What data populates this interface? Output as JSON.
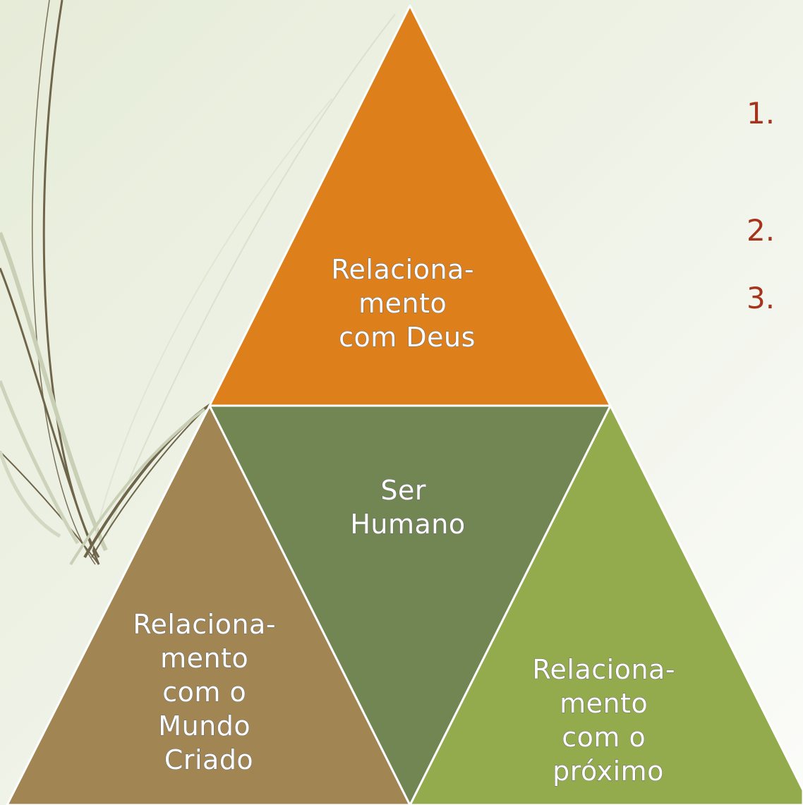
{
  "diagram": {
    "top": {
      "lines": [
        "Relaciona-",
        "mento",
        "com Deus"
      ],
      "color": "#dd7f1b"
    },
    "center": {
      "lines": [
        "Ser",
        "Humano"
      ],
      "color": "#728653"
    },
    "left": {
      "lines": [
        "Relaciona-",
        "mento",
        "com o",
        "Mundo",
        "Criado"
      ],
      "color": "#a18552"
    },
    "right": {
      "lines": [
        "Relaciona-",
        "mento",
        "com o",
        "próximo"
      ],
      "color": "#93ab4c"
    }
  },
  "numbered_list": [
    "1.",
    "2.",
    "3."
  ],
  "colors": {
    "list_number": "#a6341c",
    "background_curves": "#6f654a",
    "triangle_stroke": "#ffffff"
  }
}
